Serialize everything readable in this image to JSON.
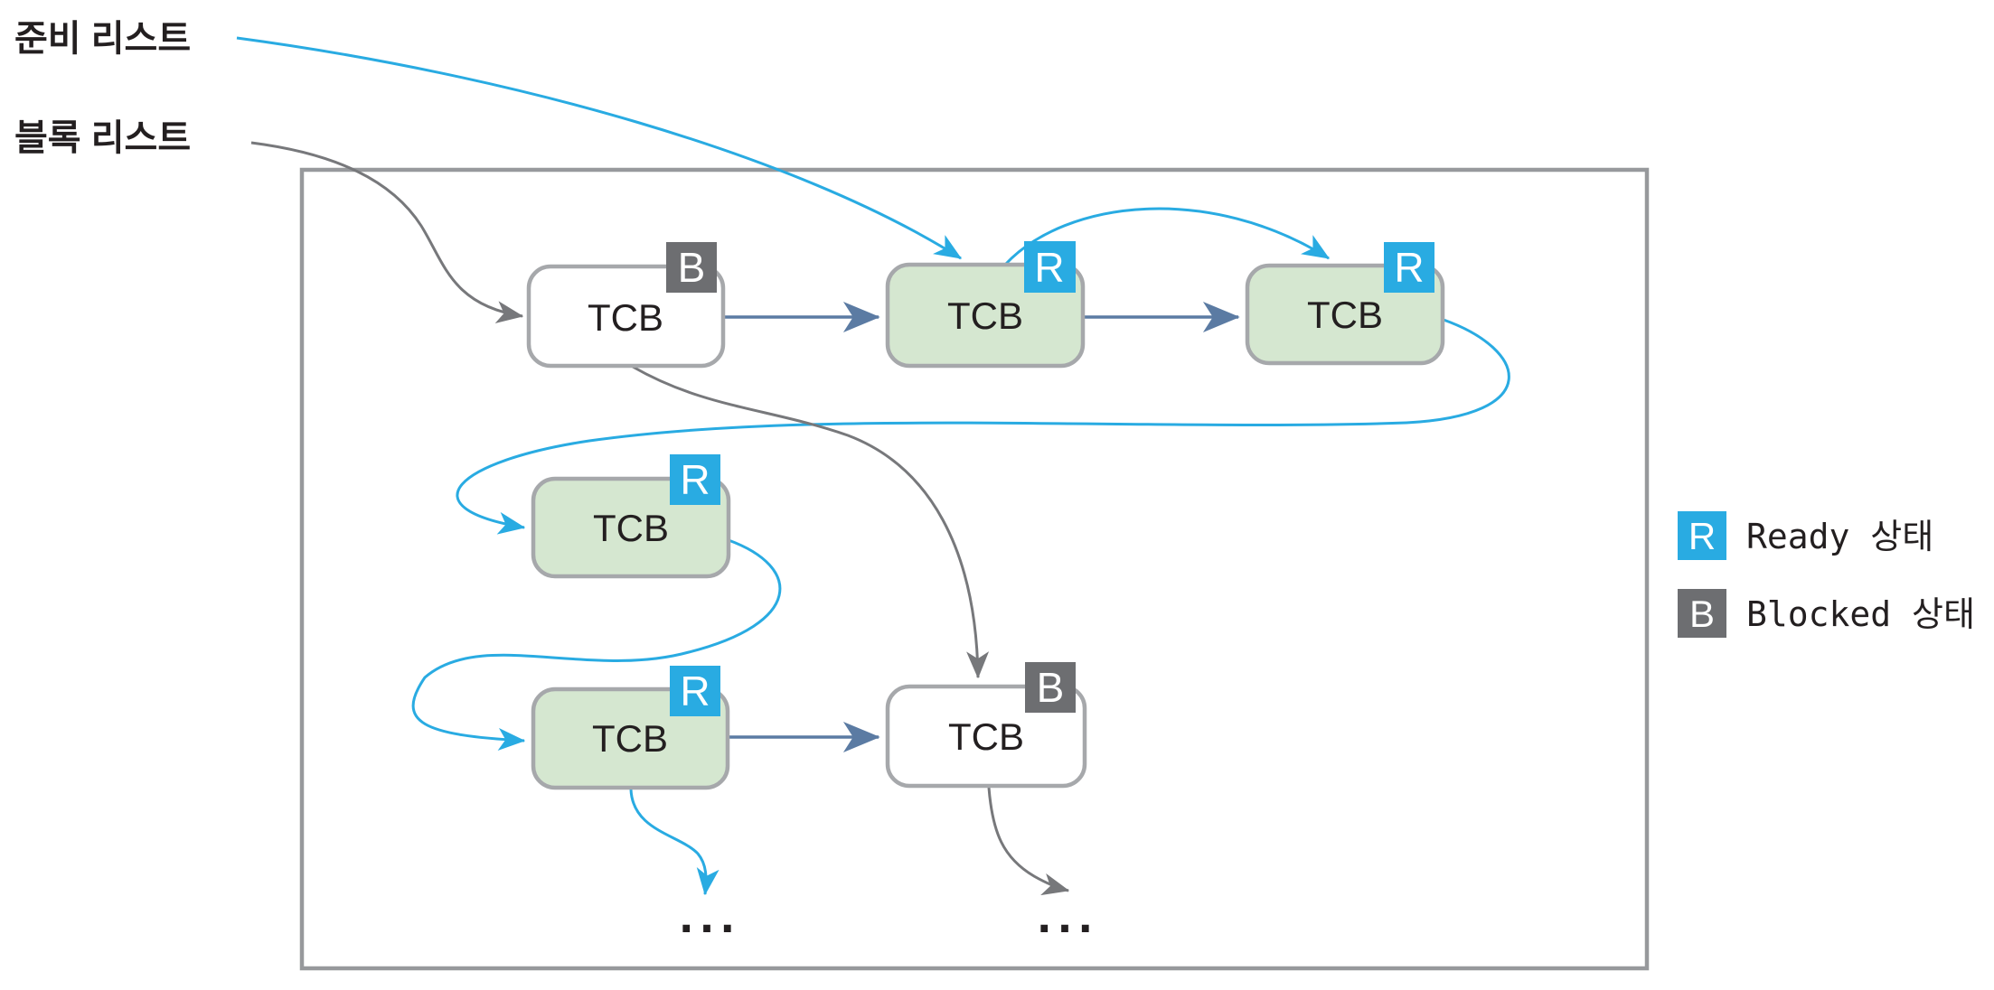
{
  "labels": {
    "ready_list": "준비 리스트",
    "blocked_list": "블록 리스트"
  },
  "nodes": [
    {
      "label": "TCB",
      "state": "B",
      "state_name": "blocked"
    },
    {
      "label": "TCB",
      "state": "R",
      "state_name": "ready"
    },
    {
      "label": "TCB",
      "state": "R",
      "state_name": "ready"
    },
    {
      "label": "TCB",
      "state": "R",
      "state_name": "ready"
    },
    {
      "label": "TCB",
      "state": "R",
      "state_name": "ready"
    },
    {
      "label": "TCB",
      "state": "B",
      "state_name": "blocked"
    }
  ],
  "ellipsis": {
    "left": "...",
    "right": "..."
  },
  "legend": [
    {
      "badge": "R",
      "label": "Ready 상태",
      "color": "#29abe2"
    },
    {
      "badge": "B",
      "label": "Blocked 상태",
      "color": "#6d6e71"
    }
  ],
  "colors": {
    "ready_accent": "#29abe2",
    "blocked_accent": "#6d6e71",
    "ready_node_fill": "#d5e7d0",
    "blocked_node_fill": "#ffffff",
    "node_border": "#a6a8ab",
    "outer_border": "#97999c",
    "next_pointer_line": "#5b7ba3",
    "blocked_line": "#77787b",
    "text": "#231f20"
  }
}
